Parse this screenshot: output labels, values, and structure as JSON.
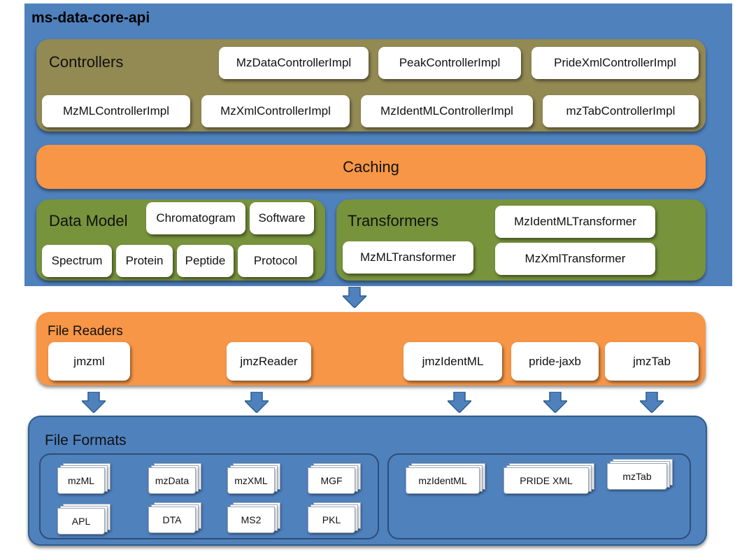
{
  "api": {
    "title": "ms-data-core-api"
  },
  "controllers": {
    "title": "Controllers",
    "items": [
      "MzDataControllerImpl",
      "PeakControllerImpl",
      "PrideXmlControllerImpl",
      "MzMLControllerImpl",
      "MzXmlControllerImpl",
      "MzIdentMLControllerImpl",
      "mzTabControllerImpl"
    ]
  },
  "caching": {
    "title": "Caching"
  },
  "data_model": {
    "title": "Data Model",
    "items": [
      "Chromatogram",
      "Software",
      "Spectrum",
      "Protein",
      "Peptide",
      "Protocol"
    ]
  },
  "transformers": {
    "title": "Transformers",
    "items": [
      "MzIdentMLTransformer",
      "MzMLTransformer",
      "MzXmlTransformer"
    ]
  },
  "readers": {
    "title": "File Readers",
    "items": [
      "jmzml",
      "jmzReader",
      "jmzIdentML",
      "pride-jaxb",
      "jmzTab"
    ]
  },
  "formats": {
    "title": "File Formats",
    "left": [
      "mzML",
      "mzData",
      "mzXML",
      "MGF",
      "APL",
      "DTA",
      "MS2",
      "PKL"
    ],
    "right": [
      "mzIdentML",
      "PRIDE XML",
      "mzTab"
    ]
  },
  "colors": {
    "api_blue": "#4f81bd",
    "olive": "#938953",
    "orange": "#f79646",
    "green": "#77933c"
  },
  "icons": {
    "flow_arrow": "down-arrow-icon"
  }
}
